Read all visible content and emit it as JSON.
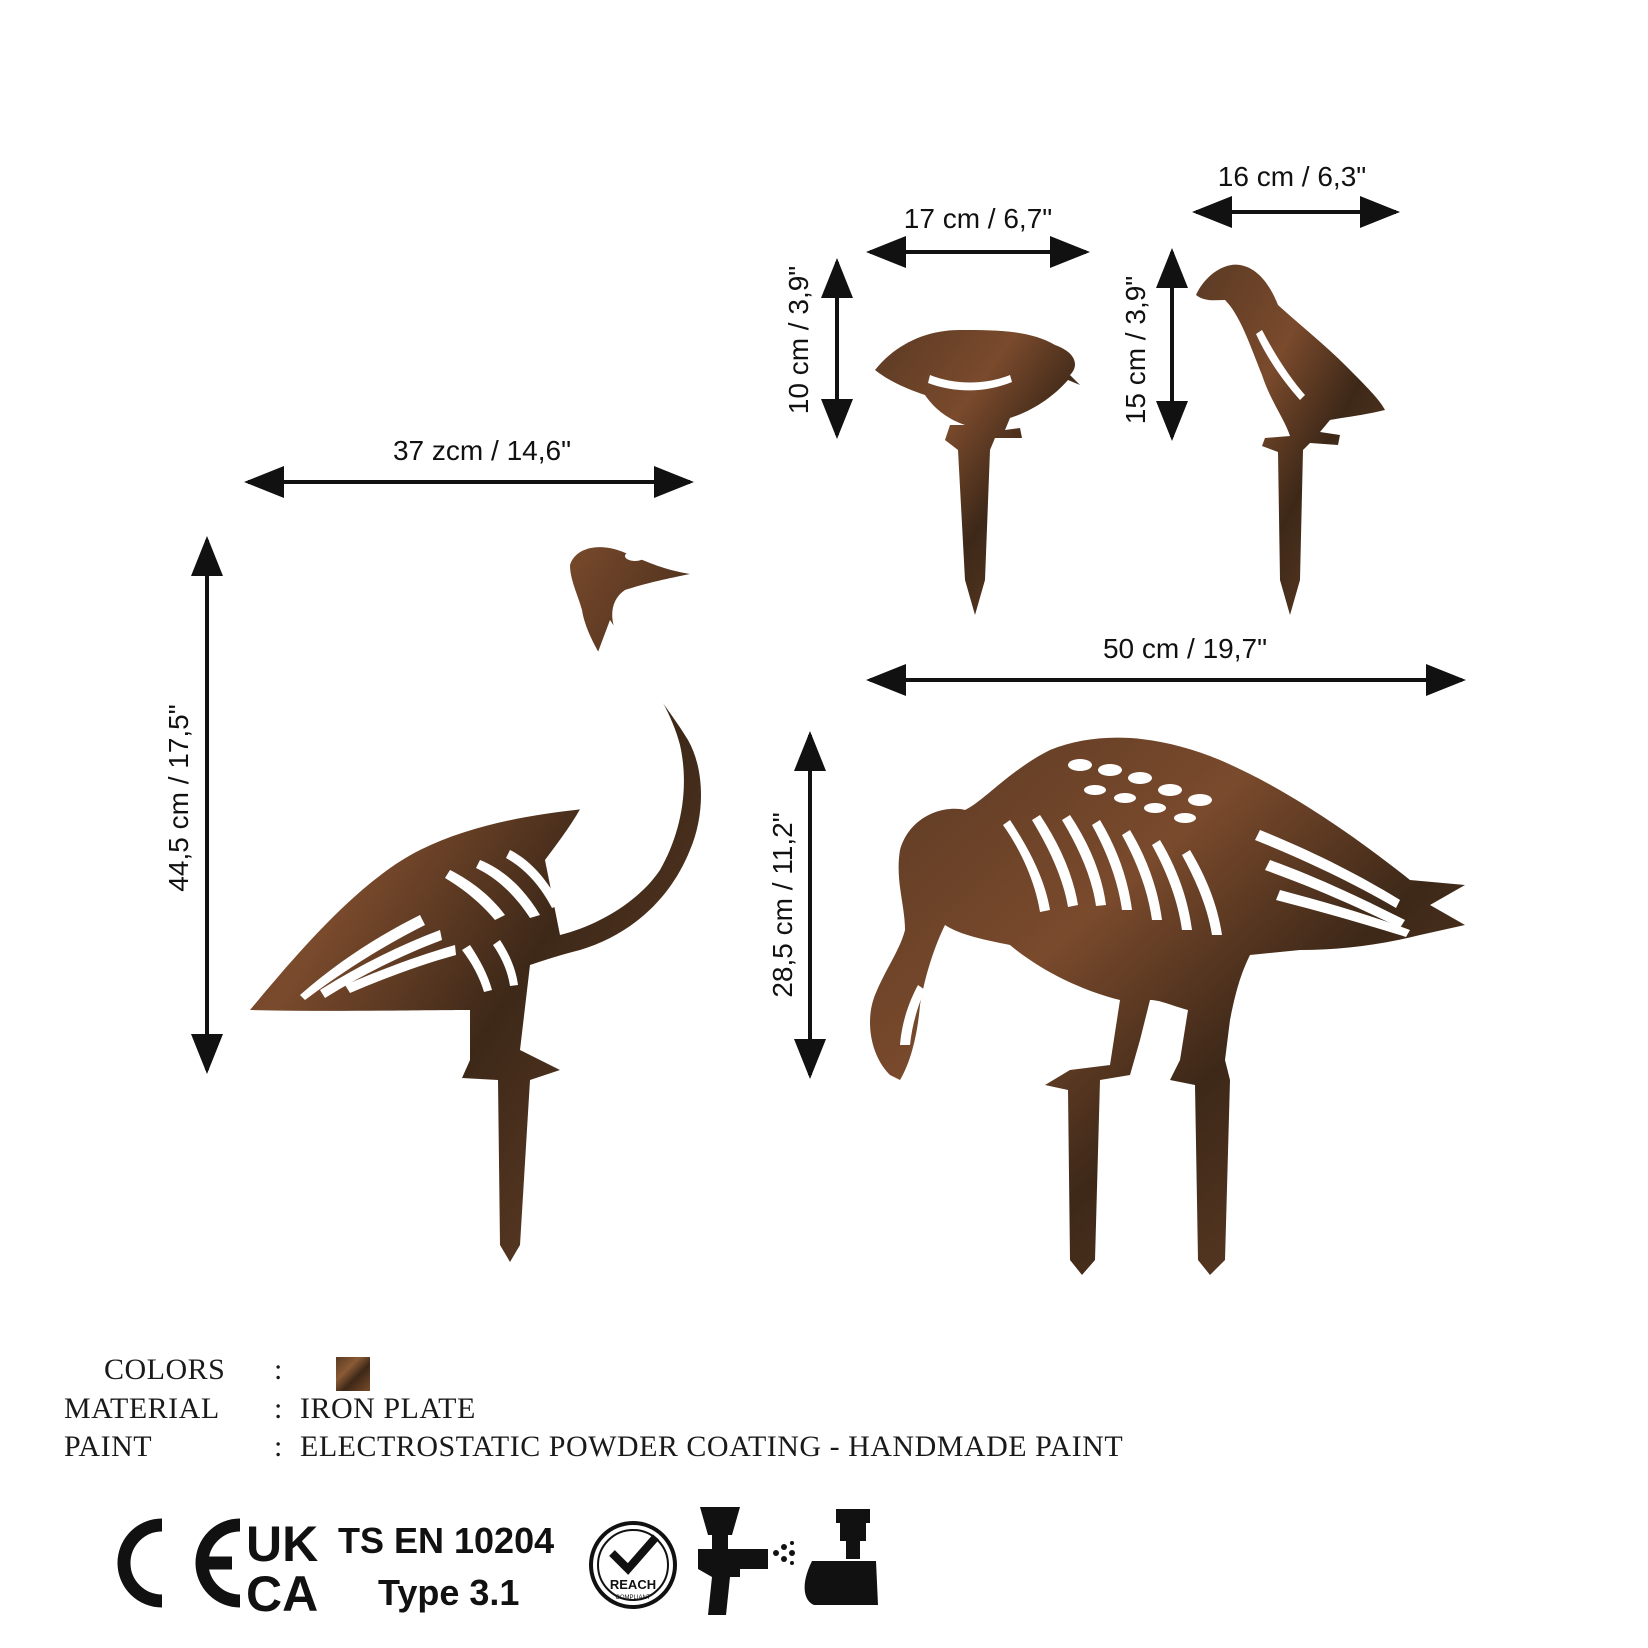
{
  "dimensions": {
    "goose_standing_width": "37 zcm / 14,6\"",
    "goose_standing_height": "44,5 cm / 17,5\"",
    "goose_grazing_width": "50 cm / 19,7\"",
    "goose_grazing_height": "28,5 cm / 11,2\"",
    "bird_small_1_width": "17 cm / 6,7\"",
    "bird_small_1_height": "10 cm / 3,9\"",
    "bird_small_2_width": "16 cm / 6,3\"",
    "bird_small_2_height": "15 cm / 3,9\""
  },
  "specs": {
    "colors_label": "COLORS",
    "colors_sep": ":",
    "colors_swatch": "#6b4429",
    "material_label": "MATERIAL",
    "material_sep": ":",
    "material_value": "IRON PLATE",
    "paint_label": "PAINT",
    "paint_sep": ":",
    "paint_value": "ELECTROSTATIC POWDER COATING - HANDMADE PAINT"
  },
  "certifications": {
    "standard_line1": "TS EN 10204",
    "standard_line2": "Type 3.1",
    "ce_mark": "CE",
    "ukca_line1": "UK",
    "ukca_line2": "CA",
    "reach_text": "REACH",
    "reach_sub": "COMPLIANT"
  },
  "colors": {
    "rust_dark": "#3d2818",
    "rust_mid": "#6b4429",
    "rust_light": "#8a5a34",
    "arrow": "#111111"
  }
}
